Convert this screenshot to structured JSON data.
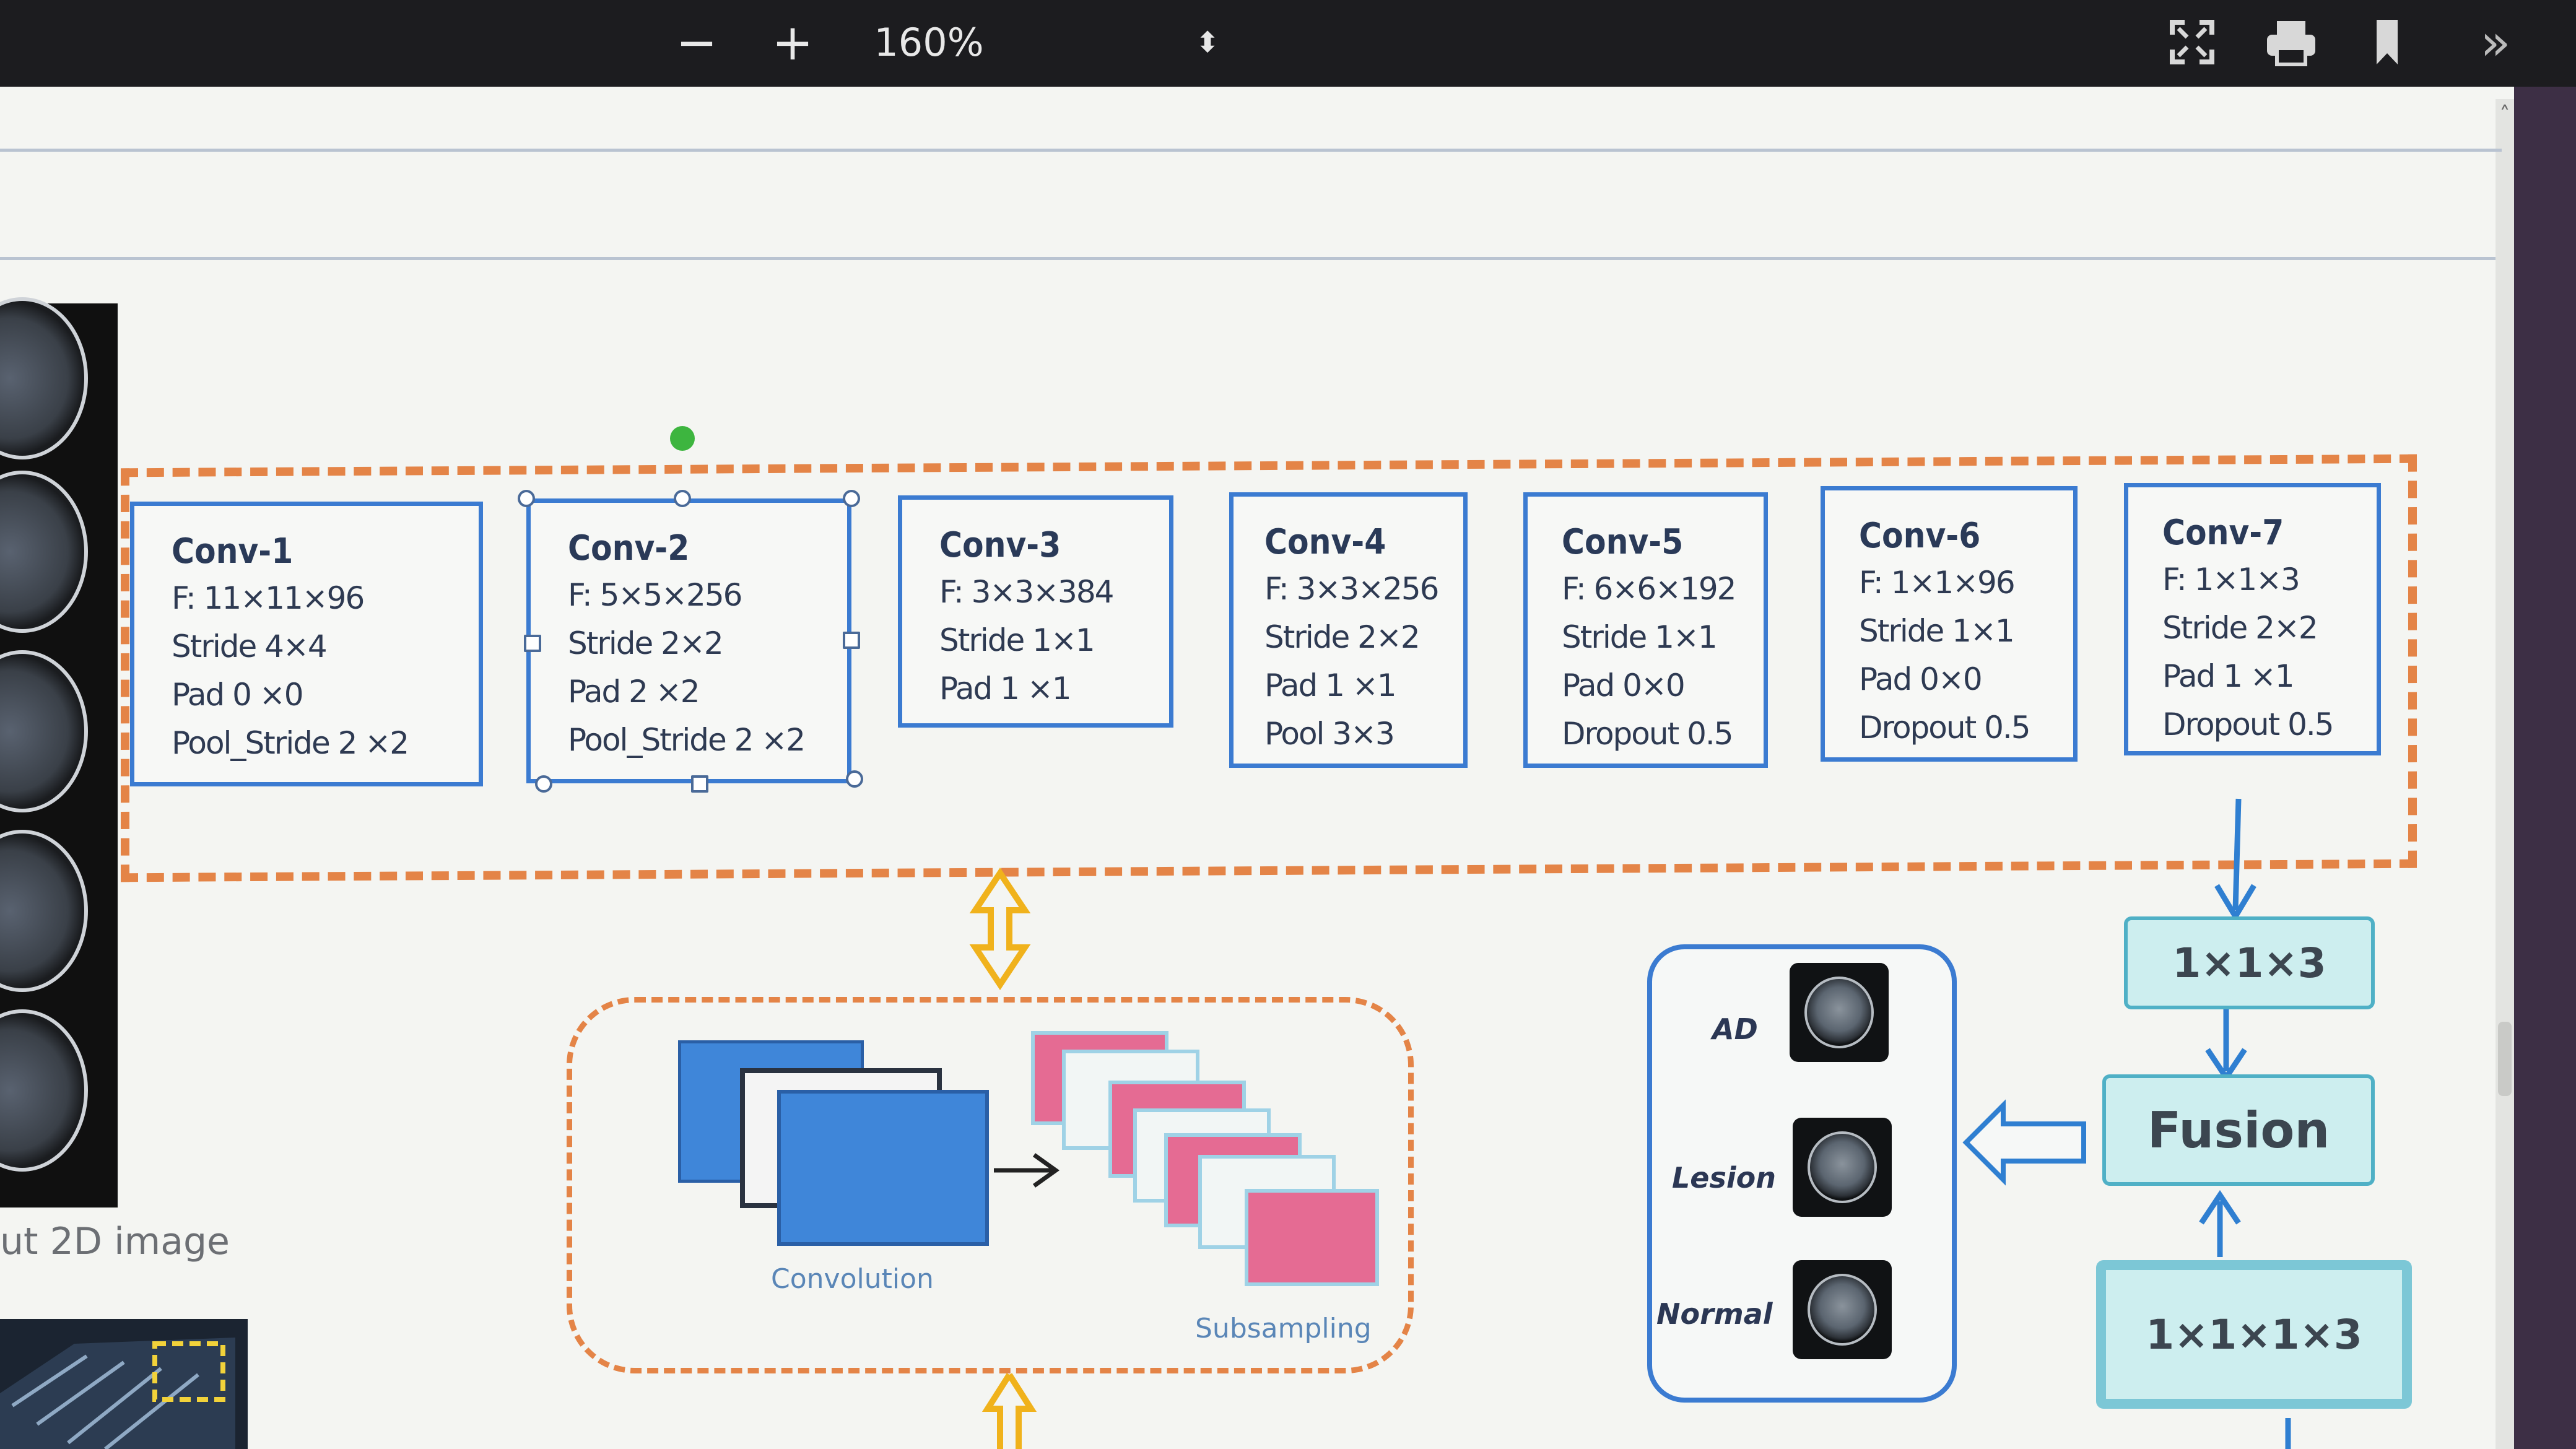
{
  "toolbar": {
    "zoom_out_label": "−",
    "zoom_in_label": "+",
    "zoom_value": "160%",
    "zoom_arrow": "⬍",
    "fullscreen_icon": "fullscreen-icon",
    "print_icon": "print-icon",
    "bookmark_icon": "bookmark-icon",
    "more_label": "»"
  },
  "left_caption": "ut  2D image",
  "conv_layers": [
    {
      "title": "Conv-1",
      "lines": [
        "F: 11×11×96",
        "Stride  4×4",
        "Pad  0 ×0",
        "Pool_Stride  2 ×2"
      ]
    },
    {
      "title": "Conv-2",
      "lines": [
        "F: 5×5×256",
        "Stride  2×2",
        "Pad  2 ×2",
        "Pool_Stride  2 ×2"
      ]
    },
    {
      "title": "Conv-3",
      "lines": [
        "F: 3×3×384",
        "Stride  1×1",
        "Pad  1 ×1"
      ]
    },
    {
      "title": "Conv-4",
      "lines": [
        "F: 3×3×256",
        "Stride  2×2",
        "Pad  1 ×1",
        "Pool  3×3"
      ]
    },
    {
      "title": "Conv-5",
      "lines": [
        "F: 6×6×192",
        "Stride  1×1",
        "Pad  0×0",
        "Dropout  0.5"
      ]
    },
    {
      "title": "Conv-6",
      "lines": [
        "F: 1×1×96",
        "Stride  1×1",
        "Pad  0×0",
        "Dropout  0.5"
      ]
    },
    {
      "title": "Conv-7",
      "lines": [
        "F: 1×1×3",
        "Stride  2×2",
        "Pad  1 ×1",
        "Dropout  0.5"
      ]
    }
  ],
  "blocks": {
    "convolution_label": "Convolution",
    "subsampling_label": "Subsampling",
    "output_1x1x3": "1×1×3",
    "fusion": "Fusion",
    "input_1x1x1x3": "1×1×1×3"
  },
  "classes": [
    "AD",
    "Lesion",
    "Normal"
  ],
  "colors": {
    "dash_orange": "#e48447",
    "box_blue": "#3b7bd1",
    "teal_fill": "#cdeeef",
    "teal_border": "#4fb0c6",
    "yellow_arrow": "#f0b21c",
    "pink_layer": "#e56b93"
  }
}
